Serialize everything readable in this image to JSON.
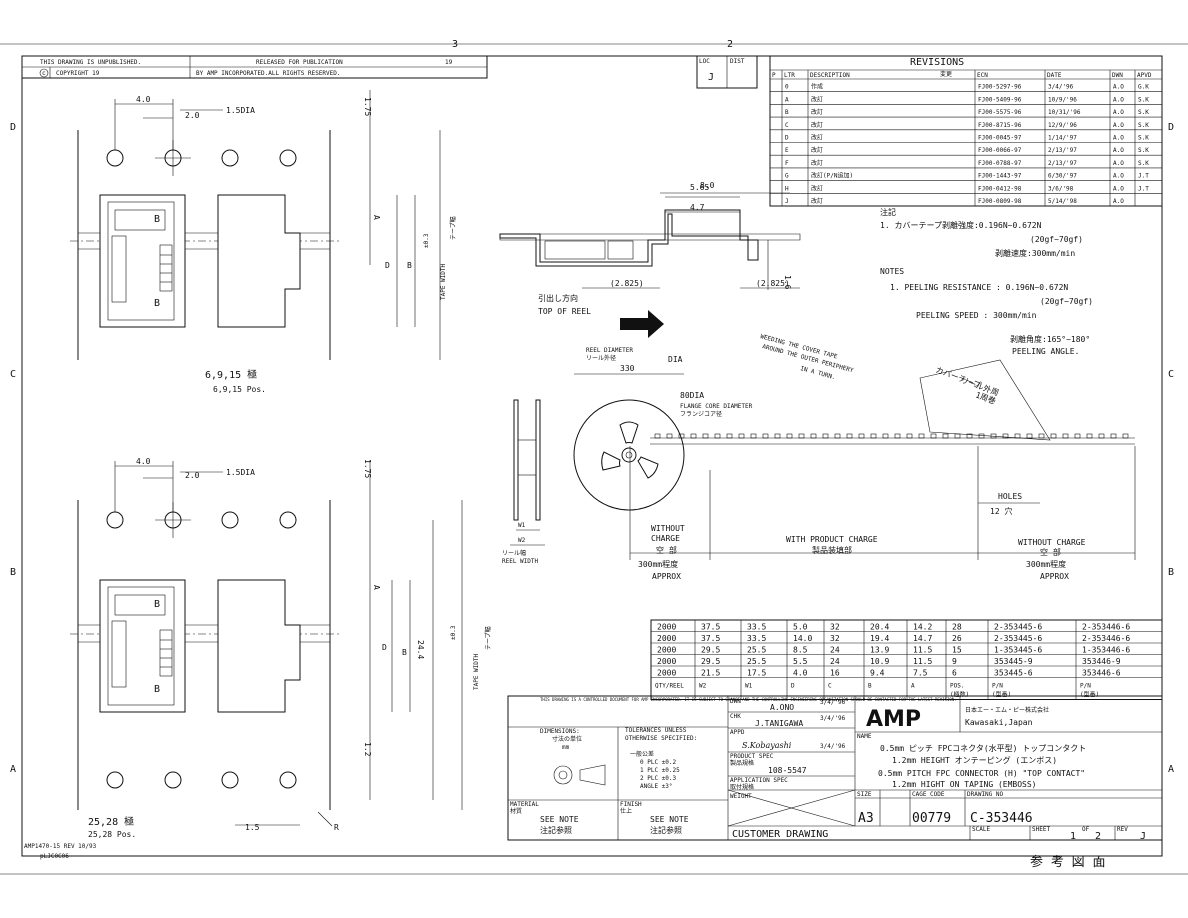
{
  "title_strip": {
    "unpublished": "THIS DRAWING IS UNPUBLISHED.",
    "released": "RELEASED FOR PUBLICATION",
    "year": "19",
    "copyright": "COPYRIGHT 19",
    "rights": "BY AMP INCORPORATED.ALL RIGHTS RESERVED."
  },
  "zone_letters": [
    "D",
    "C",
    "B",
    "A"
  ],
  "zone_numbers": [
    "3",
    "2"
  ],
  "loc": {
    "label": "LOC",
    "value": "J",
    "dist": "DIST"
  },
  "revisions": {
    "title": "REVISIONS",
    "title_jp": "変更",
    "headers": [
      "P",
      "LTR",
      "DESCRIPTION",
      "ECN",
      "DATE",
      "DWN",
      "APVD"
    ],
    "rows": [
      [
        "",
        "0",
        "作成",
        "FJ00-5297-96",
        "3/4/'96",
        "A.O",
        "G.K"
      ],
      [
        "",
        "A",
        "改訂",
        "FJ00-5409-96",
        "10/9/'96",
        "A.O",
        "S.K"
      ],
      [
        "",
        "B",
        "改訂",
        "FJ00-5575-96",
        "10/31/'96",
        "A.O",
        "S.K"
      ],
      [
        "",
        "C",
        "改訂",
        "FJ00-8715-96",
        "12/9/'96",
        "A.O",
        "S.K"
      ],
      [
        "",
        "D",
        "改訂",
        "FJ00-0045-97",
        "1/14/'97",
        "A.O",
        "S.K"
      ],
      [
        "",
        "E",
        "改訂",
        "FJ00-0066-97",
        "2/13/'97",
        "A.O",
        "S.K"
      ],
      [
        "",
        "F",
        "改訂",
        "FJ00-0788-97",
        "2/13/'97",
        "A.O",
        "S.K"
      ],
      [
        "",
        "G",
        "改訂(P/N追加)",
        "FJ00-1443-97",
        "6/30/'97",
        "A.O",
        "J.T"
      ],
      [
        "",
        "H",
        "改訂",
        "FJ00-0412-98",
        "3/6/'98",
        "A.O",
        "J.T"
      ],
      [
        "",
        "J",
        "改訂",
        "FJ00-0809-98",
        "5/14/'98",
        "A.O",
        ""
      ]
    ]
  },
  "notes": {
    "jp_title": "注記",
    "jp_1": "1.  カバーテープ剥離強度:0.196N~0.672N",
    "jp_1b": "(20gf~70gf)",
    "jp_2": "剥離速度:300mm/min",
    "title": "NOTES",
    "n1": "1.  PEELING RESISTANCE : 0.196N~0.672N",
    "n1b": "(20gf~70gf)",
    "n2": "PEELING SPEED     : 300mm/min",
    "angle_jp": "剥離角度:165°~180°",
    "angle": "PEELING ANGLE."
  },
  "upper_view": {
    "dim_40": "4.0",
    "dim_20": "2.0",
    "dim_hole": "1.5DIA",
    "dim_175": "1.75",
    "label_a": "A",
    "label_b": "B",
    "label_d": "D",
    "tape_width": "TAPE WIDTH",
    "tape_width_jp": "テープ幅",
    "tol": "±0.3",
    "caption_jp": "6,9,15 極",
    "caption": "6,9,15 Pos."
  },
  "lower_view": {
    "dim_40": "4.0",
    "dim_20": "2.0",
    "dim_hole": "1.5DIA",
    "dim_175": "1.75",
    "label_a": "A",
    "label_b": "B",
    "label_d": "D",
    "label_244": "24.4",
    "tape_width": "TAPE WIDTH",
    "tape_width_jp": "テープ幅",
    "tol": "±0.3",
    "dim_12": "1.2",
    "dim_15": "1.5",
    "label_r": "R",
    "caption_jp": "25,28 極",
    "caption": "25,28 Pos."
  },
  "section": {
    "d80": "8.0",
    "d565": "5.65",
    "d47": "4.7",
    "d16": "1.6",
    "d2825l": "(2.825)",
    "d2825r": "(2.825)",
    "pull_jp": "引出し方向",
    "pull": "TOP OF REEL"
  },
  "reel": {
    "diam_label": "REEL DIAMETER",
    "diam_jp": "リール外径",
    "dia": "DIA",
    "d330": "330",
    "core": "80DIA",
    "core_label": "FLANGE CORE DIAMETER",
    "core_jp": "フランジコア径",
    "w1": "W1",
    "w2": "W2",
    "width_jp": "リール幅",
    "width": "REEL WIDTH",
    "wind1": "WEEDING THE COVER TAPE",
    "wind2": "AROUND THE OUTER PERIPHERY",
    "wind3": "IN A TURN.",
    "cover_jp": "カバーテープ",
    "outer_jp": "リール外周",
    "turn_jp": "1周巻",
    "holes": "HOLES",
    "holes_jp": "12 穴",
    "without1": "WITHOUT",
    "without1b": "CHARGE",
    "without1_jp": "空 部",
    "approx1": "300mm程度",
    "approx1b": "APPROX",
    "with": "WITH PRODUCT CHARGE",
    "with_jp": "製品装填部",
    "without2": "WITHOUT CHARGE",
    "without2_jp": "空 部",
    "approx2": "300mm程度",
    "approx2b": "APPROX"
  },
  "parts_table": {
    "rows": [
      [
        "2000",
        "37.5",
        "33.5",
        "5.0",
        "32",
        "20.4",
        "14.2",
        "28",
        "2-353445-6",
        "2-353446-6"
      ],
      [
        "2000",
        "37.5",
        "33.5",
        "14.0",
        "32",
        "19.4",
        "14.7",
        "26",
        "2-353445-6",
        "2-353446-6"
      ],
      [
        "2000",
        "29.5",
        "25.5",
        "8.5",
        "24",
        "13.9",
        "11.5",
        "15",
        "1-353445-6",
        "1-353446-6"
      ],
      [
        "2000",
        "29.5",
        "25.5",
        "5.5",
        "24",
        "10.9",
        "11.5",
        "9",
        "353445-9",
        "353446-9"
      ],
      [
        "2000",
        "21.5",
        "17.5",
        "4.0",
        "16",
        "9.4",
        "7.5",
        "6",
        "353445-6",
        "353446-6"
      ]
    ],
    "headers": [
      "QTY/REEL",
      "W2",
      "W1",
      "D",
      "C",
      "B",
      "A",
      "POS.",
      "P/N",
      "P/N"
    ],
    "headers_jp": [
      "",
      "",
      "",
      "",
      "",
      "",
      "",
      "(極数)",
      "(型番)",
      "(型番)"
    ]
  },
  "title_block": {
    "disclaimer": "THIS DRAWING IS A CONTROLLED DOCUMENT FOR AMP INCORPORATED. IT IS SUBJECT TO CHANGE AND THE CONTROLLING ENGINEERING ORGANIZATION SHOULD BE CONTACTED FOR THE LATEST REVISION.",
    "dimensions": "DIMENSIONS:",
    "dim_jp": "寸法の単位",
    "mm": "mm",
    "tol_title": "TOLERANCES UNLESS",
    "tol_title2": "OTHERWISE SPECIFIED:",
    "tol_jp": "一般公差",
    "tol_rows": [
      "0 PLC ±0.2",
      "1 PLC ±0.25",
      "2 PLC ±0.3",
      "ANGLE ±3°"
    ],
    "material": "MATERIAL",
    "material_jp": "材質",
    "material_val": "SEE NOTE",
    "material_val_jp": "注記参照",
    "finish": "FINISH",
    "finish_jp": "仕上",
    "finish_val": "SEE NOTE",
    "finish_val_jp": "注記参照",
    "dwn": "DWN",
    "dwn_name": "A.ONO",
    "dwn_date": "3/4/'96",
    "chk": "CHK",
    "chk_name": "J.TANIGAWA",
    "chk_date": "3/4/'96",
    "appd": "APPD",
    "appd_name": "S.Kobayashi",
    "appd_date": "3/4/'96",
    "product_spec": "PRODUCT SPEC",
    "product_spec_jp": "製品規格",
    "spec_num": "108-5547",
    "app_spec": "APPLICATION SPEC",
    "app_spec_jp": "取付規格",
    "weight": "WEIGHT",
    "amp": "AMP",
    "company_jp": "日本エー・エム・ピー株式会社",
    "location": "Kawasaki,Japan",
    "name_label": "NAME",
    "name_jp1": "0.5mm ピッチ FPCコネクタ(水平型) トップコンタクト",
    "name_jp2": "1.2mm HEIGHT オンテーピング (エンボス)",
    "name_en1": "0.5mm PITCH FPC CONNECTOR (H) \"TOP CONTACT\"",
    "name_en2": "1.2mm HIGHT ON TAPING (EMBOSS)",
    "size_label": "SIZE",
    "cage_label": "CAGE CODE",
    "dwg_label": "DRAWING NO",
    "size": "A3",
    "cage": "00779",
    "dwg": "C-353446",
    "customer": "CUSTOMER DRAWING",
    "scale": "SCALE",
    "sheet": "SHEET",
    "sheet_val": "1",
    "of": "OF",
    "of_val": "2",
    "rev": "REV",
    "rev_val": "J"
  },
  "footer": {
    "form": "AMP1470-15 REV 10/93",
    "code": "pLJC0C06",
    "ref_jp": "参 考 図 面"
  }
}
